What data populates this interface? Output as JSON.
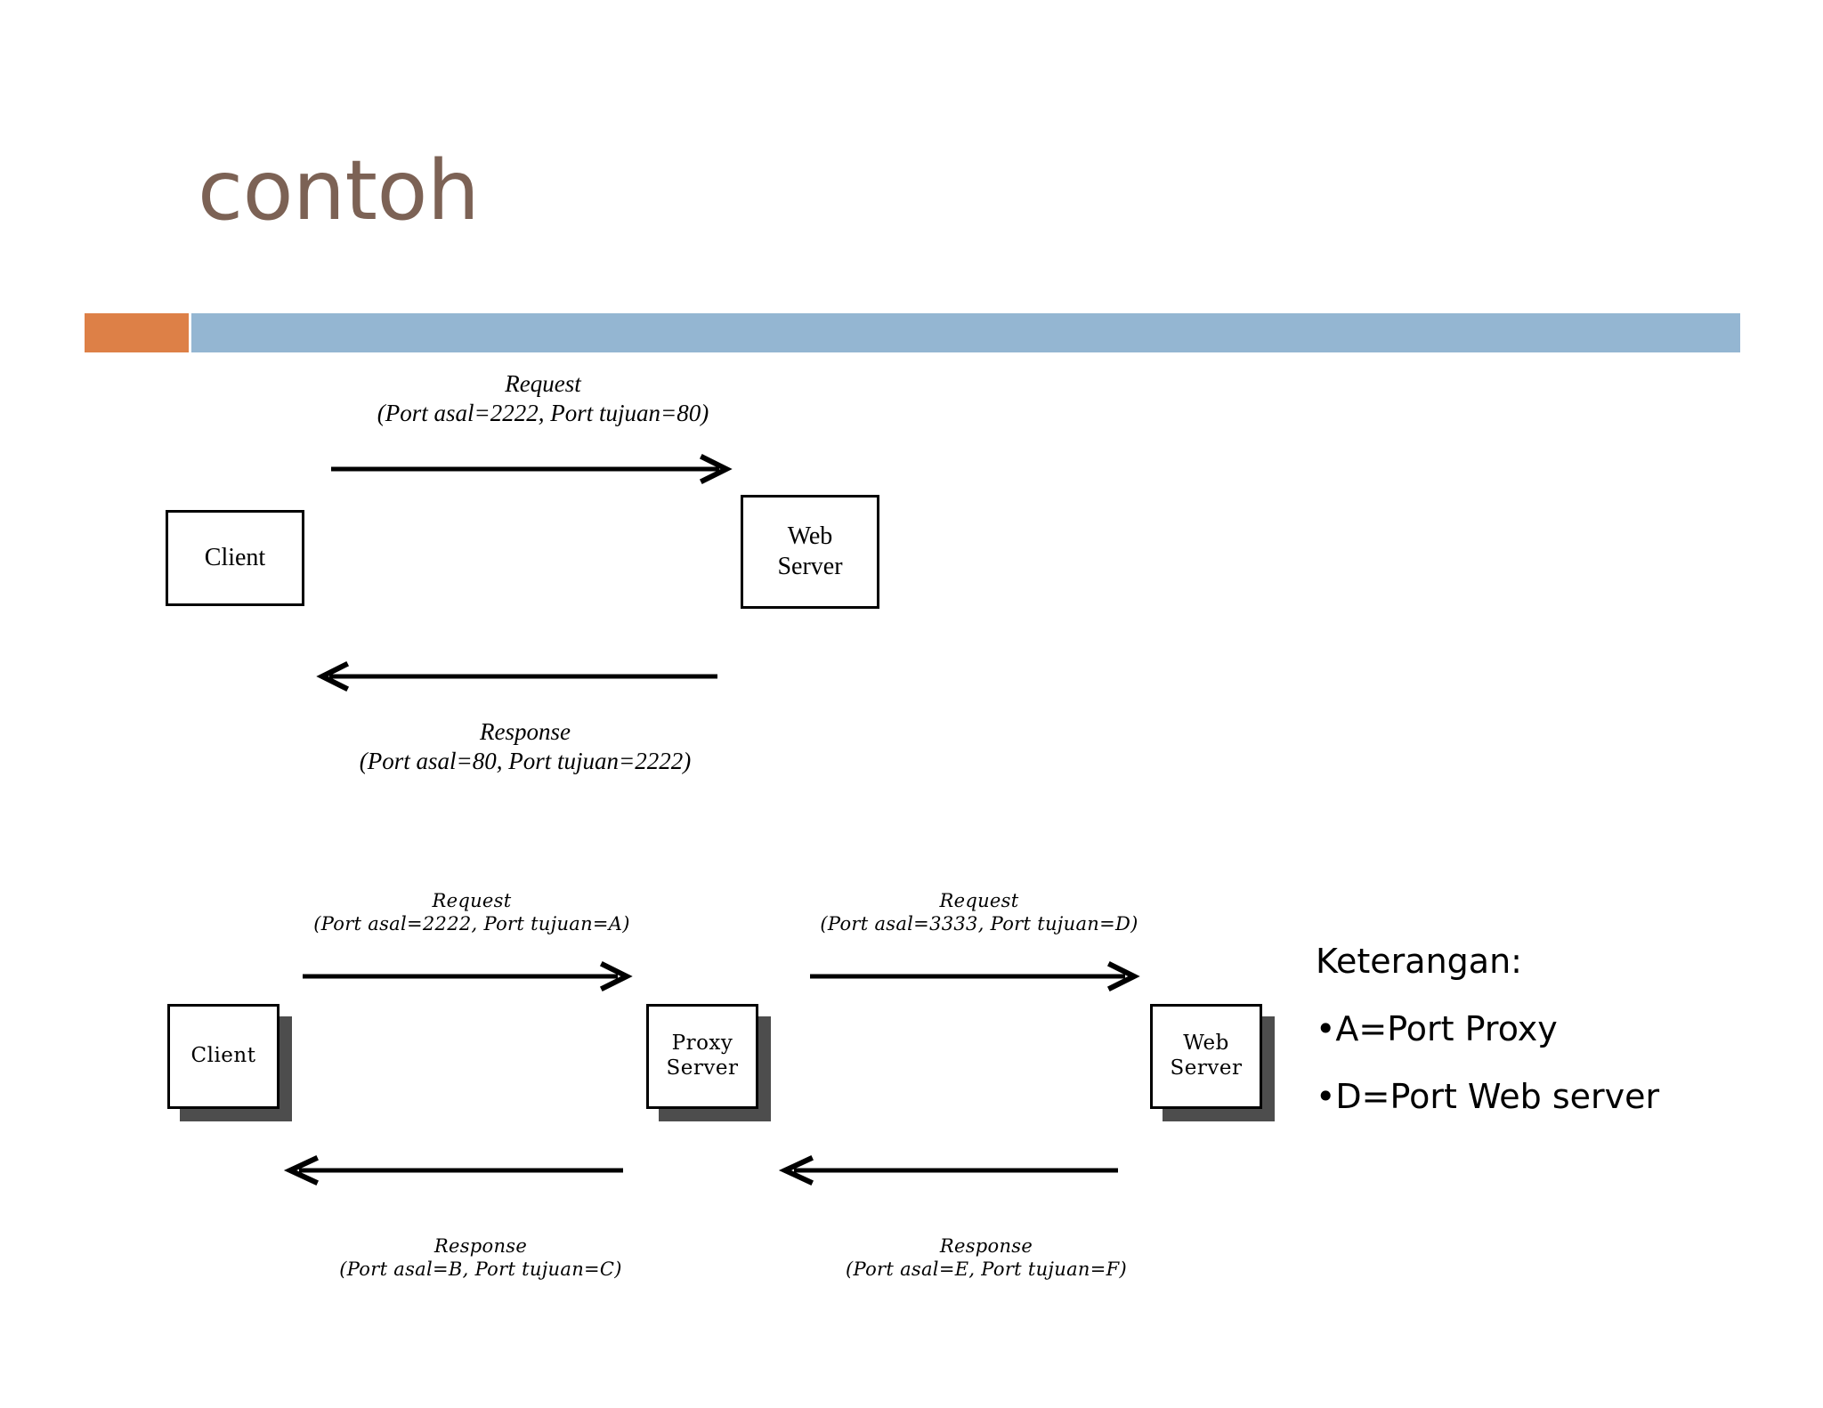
{
  "slide": {
    "title": "contoh",
    "accent_color": "#DD8047",
    "bar_color": "#94B6D2",
    "title_color": "#7C6255"
  },
  "diagram_top": {
    "request_line1": "Request",
    "request_line2": "(Port asal=2222, Port tujuan=80)",
    "response_line1": "Response",
    "response_line2": "(Port asal=80, Port tujuan=2222)",
    "client_label": "Client",
    "server_label_line1": "Web",
    "server_label_line2": "Server"
  },
  "diagram_bottom": {
    "left_request_line1": "Request",
    "left_request_line2": "(Port asal=2222, Port tujuan=A)",
    "right_request_line1": "Request",
    "right_request_line2": "(Port asal=3333, Port tujuan=D)",
    "left_response_line1": "Response",
    "left_response_line2": "(Port asal=B, Port tujuan=C)",
    "right_response_line1": "Response",
    "right_response_line2": "(Port asal=E, Port tujuan=F)",
    "client_label": "Client",
    "proxy_label_line1": "Proxy",
    "proxy_label_line2": "Server",
    "web_label_line1": "Web",
    "web_label_line2": "Server"
  },
  "legend": {
    "title": "Keterangan:",
    "items": [
      "•A=Port Proxy",
      "•D=Port Web server"
    ]
  }
}
